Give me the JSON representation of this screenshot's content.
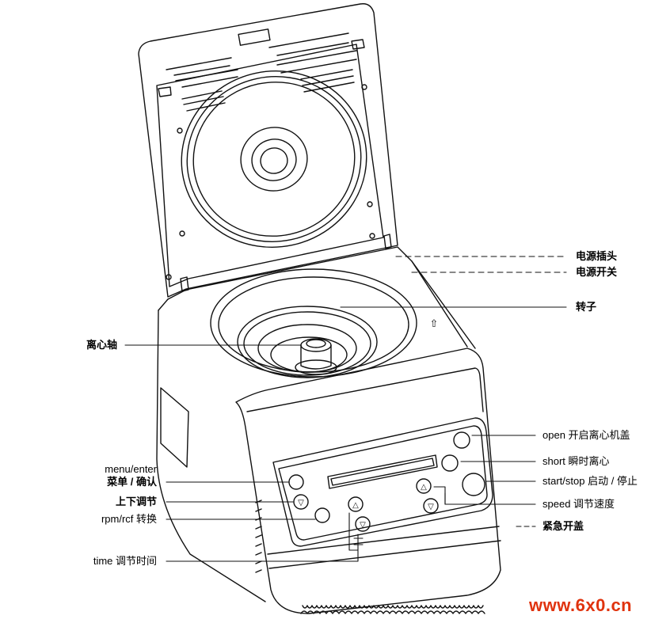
{
  "labels": {
    "power_plug": "电源插头",
    "power_switch": "电源开关",
    "rotor": "转子",
    "spindle": "离心轴",
    "open": "open 开启离心机盖",
    "short": "short 瞬时离心",
    "start_stop": "start/stop 启动 / 停止",
    "menu_enter_en": "menu/enter",
    "menu_enter_cn": "菜单 / 确认",
    "up_down": "上下调节",
    "rpm_rcf": "rpm/rcf 转换",
    "speed": "speed 调节速度",
    "emergency": "紧急开盖",
    "time": "time 调节时间"
  },
  "watermark": {
    "text": "www.6x0.cn",
    "color": "#e0330e"
  },
  "icons": {
    "arrow_up": "⇧",
    "button_up": "△",
    "button_down": "▽"
  }
}
